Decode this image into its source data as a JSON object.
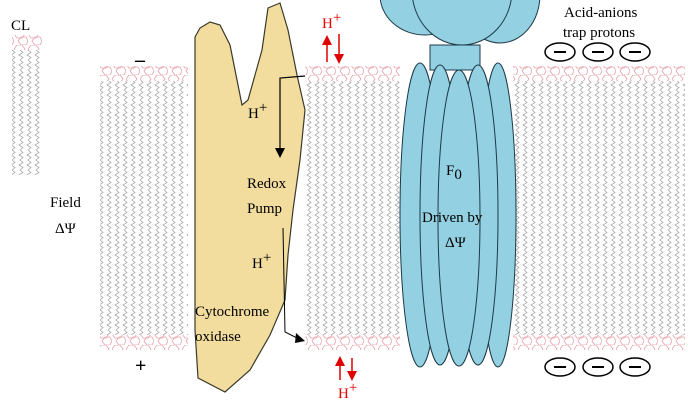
{
  "labels": {
    "cl": "CL",
    "minus_sign": "–",
    "plus_sign": "+",
    "field_line1": "Field",
    "field_line2": "ΔΨ",
    "h_top_red": "H",
    "h_bottom_red": "H",
    "h_inner1": "H",
    "h_inner2": "H",
    "plus_sup": "+",
    "redox": "Redox",
    "pump": "Pump",
    "cytochrome": "Cytochrome",
    "oxidase": "oxidase",
    "f0": "F",
    "f0_sub": "0",
    "driven_by": "Driven by",
    "driven_psi": "ΔΨ",
    "acid_anions": "Acid-anions",
    "trap_protons": "trap protons",
    "anion_symbol": "–"
  },
  "colors": {
    "membrane_head": "#e8a0a8",
    "membrane_tail": "#b0b0b0",
    "redox_protein": "#f3dd9e",
    "atp_synthase": "#92d0e2",
    "proton_arrow": "#e00000"
  }
}
